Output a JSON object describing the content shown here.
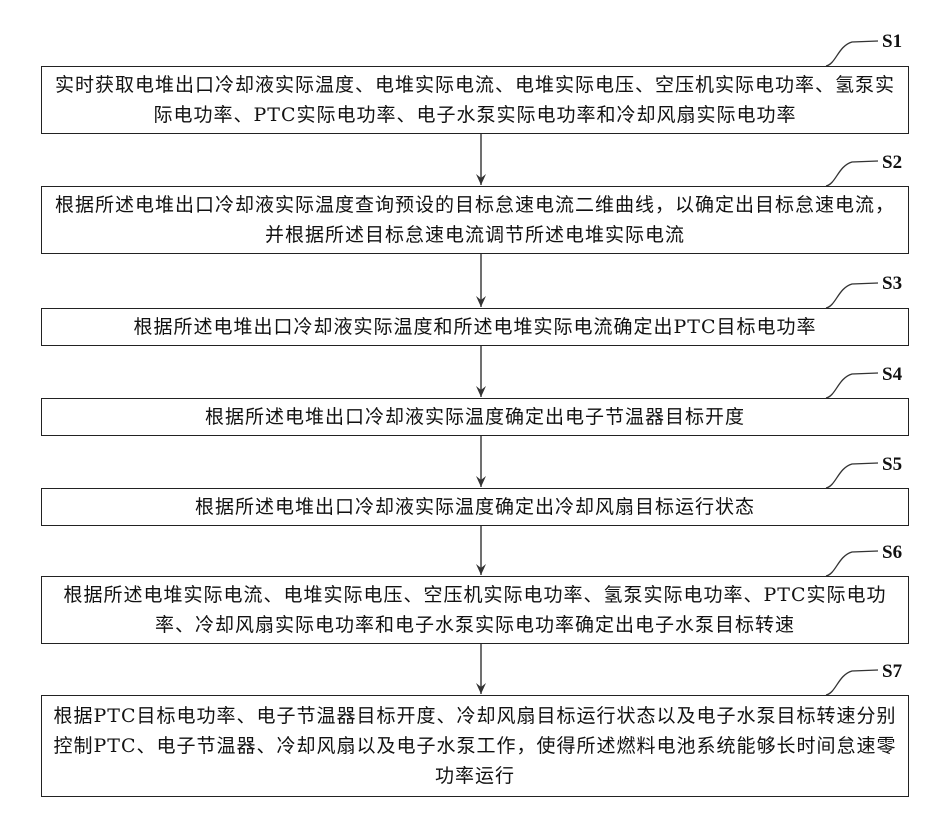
{
  "steps": [
    {
      "label": "S1",
      "text": "实时获取电堆出口冷却液实际温度、电堆实际电流、电堆实际电压、空压机实际电功率、氢泵实际电功率、PTC实际电功率、电子水泵实际电功率和冷却风扇实际电功率"
    },
    {
      "label": "S2",
      "text": "根据所述电堆出口冷却液实际温度查询预设的目标怠速电流二维曲线，以确定出目标怠速电流，并根据所述目标怠速电流调节所述电堆实际电流"
    },
    {
      "label": "S3",
      "text": "根据所述电堆出口冷却液实际温度和所述电堆实际电流确定出PTC目标电功率"
    },
    {
      "label": "S4",
      "text": "根据所述电堆出口冷却液实际温度确定出电子节温器目标开度"
    },
    {
      "label": "S5",
      "text": "根据所述电堆出口冷却液实际温度确定出冷却风扇目标运行状态"
    },
    {
      "label": "S6",
      "text": "根据所述电堆实际电流、电堆实际电压、空压机实际电功率、氢泵实际电功率、PTC实际电功率、冷却风扇实际电功率和电子水泵实际电功率确定出电子水泵目标转速"
    },
    {
      "label": "S7",
      "text": "根据PTC目标电功率、电子节温器目标开度、冷却风扇目标运行状态以及电子水泵目标转速分别控制PTC、电子节温器、冷却风扇以及电子水泵工作，使得所述燃料电池系统能够长时间怠速零功率运行"
    }
  ]
}
